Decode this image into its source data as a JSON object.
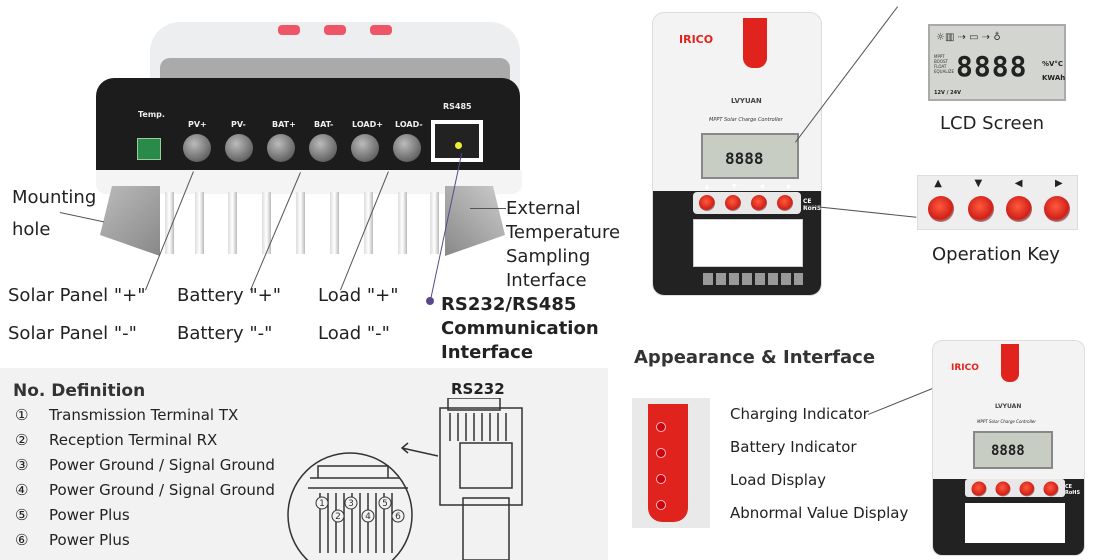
{
  "device_ports": {
    "temp": "Temp.",
    "ports": [
      "PV+",
      "PV-",
      "BAT+",
      "BAT-",
      "LOAD+",
      "LOAD-"
    ],
    "rs485": "RS485"
  },
  "callouts": {
    "mounting": [
      "Mounting",
      "hole"
    ],
    "external": [
      "External",
      "Temperature",
      "Sampling",
      "Interface"
    ],
    "solar_plus": "Solar Panel \"+\"",
    "battery_plus": "Battery \"+\"",
    "load_plus": "Load \"+\"",
    "solar_minus": "Solar Panel \"-\"",
    "battery_minus": "Battery \"-\"",
    "load_minus": "Load \"-\"",
    "comm": [
      "RS232/RS485",
      "Communication",
      "Interface"
    ]
  },
  "definition": {
    "header": "No. Definition",
    "rows": [
      {
        "no": "①",
        "text": "Transmission Terminal TX"
      },
      {
        "no": "②",
        "text": "Reception Terminal RX"
      },
      {
        "no": "③",
        "text": "Power Ground / Signal Ground"
      },
      {
        "no": "④",
        "text": "Power Ground / Signal Ground"
      },
      {
        "no": "⑤",
        "text": "Power Plus"
      },
      {
        "no": "⑥",
        "text": "Power Plus"
      }
    ],
    "connector_title": "RS232",
    "pins": [
      "1",
      "2",
      "3",
      "4",
      "5",
      "6"
    ]
  },
  "controller": {
    "brand": "IRICO",
    "logo": "LVYUAN",
    "model": "MPPT Solar Charge Controller",
    "lcd_digits": "8888",
    "lcd_units": [
      "%V°C",
      "KWAh"
    ],
    "lcd_modes": [
      "MPPT",
      "BOOST",
      "FLOAT",
      "EQUALIZE"
    ],
    "lcd_voltage": "12V / 24V",
    "cert": "CE RoHS",
    "keys": [
      "▲",
      "▼",
      "◀",
      "▶"
    ]
  },
  "labels": {
    "lcd": "LCD Screen",
    "operation": "Operation Key",
    "appearance": "Appearance & Interface",
    "indicators": [
      "Charging Indicator",
      "Battery Indicator",
      "Load Display",
      "Abnormal Value Display"
    ]
  },
  "colors": {
    "accent_red": "#e0231c",
    "callout_purple": "#5a4a8a",
    "panel_gray": "#f2f2f2"
  }
}
